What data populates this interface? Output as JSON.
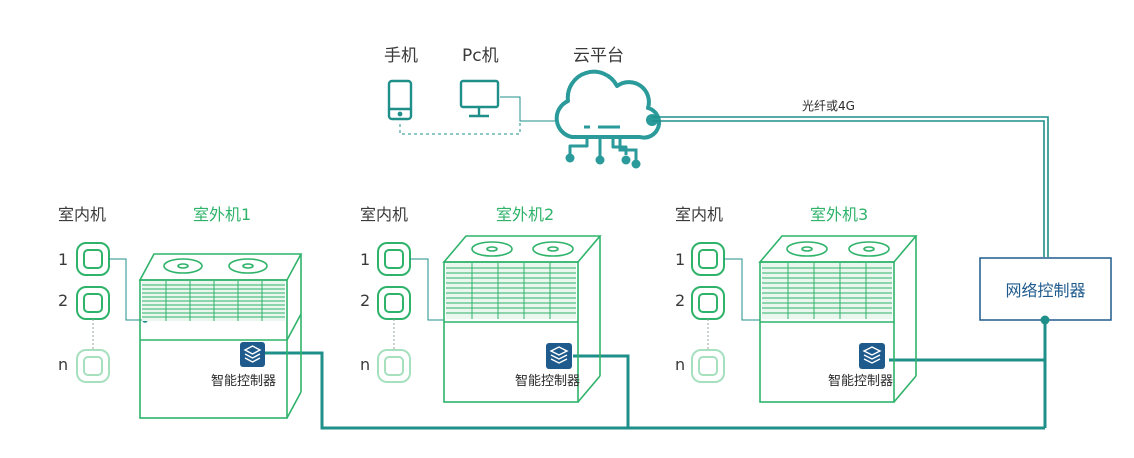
{
  "devices": {
    "phone_label": "手机",
    "pc_label": "Pc机",
    "cloud_label": "云平台",
    "link_label": "光纤或4G"
  },
  "network_controller": {
    "label": "网络控制器"
  },
  "units": [
    {
      "indoor_title": "室内机",
      "outdoor_title": "室外机1",
      "controller_label": "智能控制器",
      "idx": [
        "1",
        "2",
        "n"
      ]
    },
    {
      "indoor_title": "室内机",
      "outdoor_title": "室外机2",
      "controller_label": "智能控制器",
      "idx": [
        "1",
        "2",
        "n"
      ]
    },
    {
      "indoor_title": "室内机",
      "outdoor_title": "室外机3",
      "controller_label": "智能控制器",
      "idx": [
        "1",
        "2",
        "n"
      ]
    }
  ],
  "colors": {
    "green": "#2fb36a",
    "light_green": "#a6e0bf",
    "teal": "#1f8f8a",
    "navy": "#1f5a8c",
    "dark_text": "#3a3a3a",
    "cloud_teal": "#2a9a9a"
  }
}
